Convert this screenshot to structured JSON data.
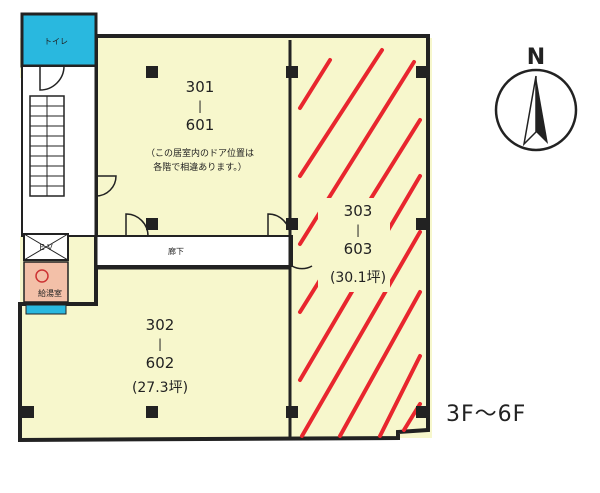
{
  "rooms": {
    "r301": {
      "line1": "301",
      "dash": "|",
      "line2": "601",
      "note1": "（この居室内のドア位置は",
      "note2": "各階で相違あります。）"
    },
    "r302": {
      "line1": "302",
      "dash": "|",
      "line2": "602",
      "area": "(27.3坪)"
    },
    "r303": {
      "line1": "303",
      "dash": "|",
      "line2": "603",
      "area": "(30.1坪)"
    }
  },
  "toilet_label": "トイレ",
  "corridor_label": "廊下",
  "ev_label": "ＥＶ",
  "kitchen_label": "給湯室",
  "compass_label": "N",
  "floor_range": "3F～6F",
  "colors": {
    "room_fill": "#f7f7cc",
    "toilet_fill": "#29b8df",
    "hatch": "#e8262e",
    "kitchen_fill": "#f3c0a8"
  }
}
